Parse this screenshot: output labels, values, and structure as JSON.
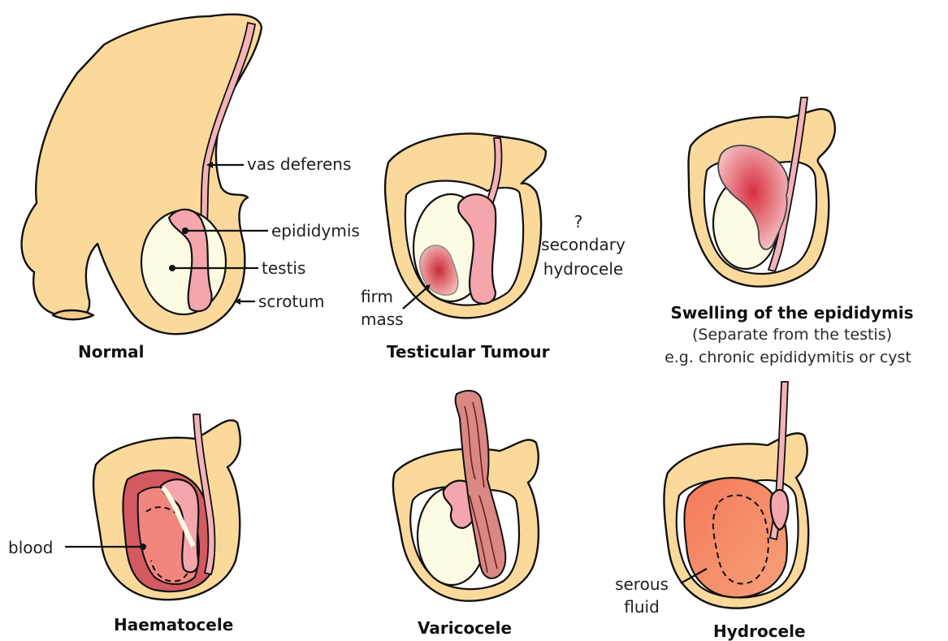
{
  "panels": [
    {
      "title": "Normal",
      "labels": [
        "vas deferens",
        "epididymis",
        "testis",
        "scrotum"
      ]
    },
    {
      "title": "Testicular Tumour",
      "labels": [
        "?",
        "secondary",
        "hydrocele",
        "firm",
        "mass"
      ]
    },
    {
      "title": "Swelling of the epididymis",
      "subtitle1": "(Separate from the testis)",
      "subtitle2": "e.g. chronic epididymitis or cyst"
    },
    {
      "title": "Haematocele",
      "labels": [
        "blood"
      ]
    },
    {
      "title": "Varicocele"
    },
    {
      "title": "Hydrocele",
      "labels": [
        "serous",
        "fluid"
      ]
    }
  ],
  "colors": {
    "skin": "#fbd99b",
    "testis": "#fdfbe3",
    "epididymis": "#f5a6ad",
    "blood": "#d9595f",
    "fluid": "#f58a66",
    "tumour": "#d9434f"
  }
}
